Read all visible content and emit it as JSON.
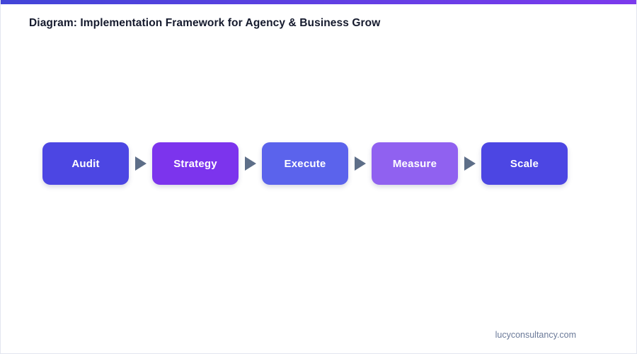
{
  "theme": {
    "accent_gradient_start": "#4245d8",
    "accent_gradient_end": "#7c3aed",
    "title_color": "#151a2d",
    "arrow_color": "#5d6e88",
    "footer_color": "#6b7a99",
    "page_background": "#ffffff",
    "border_color": "#e2e6ef"
  },
  "header": {
    "title": "Diagram: Implementation Framework for Agency & Business Grow"
  },
  "diagram": {
    "type": "flow-process",
    "orientation": "horizontal",
    "connector_icon": "arrow-right-icon",
    "steps": [
      {
        "label": "Audit",
        "color": "#4c46e3",
        "order": 1
      },
      {
        "label": "Strategy",
        "color": "#7c34ed",
        "order": 2
      },
      {
        "label": "Execute",
        "color": "#5b63ec",
        "order": 3
      },
      {
        "label": "Measure",
        "color": "#9061f0",
        "order": 4
      },
      {
        "label": "Scale",
        "color": "#4c46e3",
        "order": 5
      }
    ]
  },
  "footer": {
    "url": "lucyconsultancy.com"
  }
}
